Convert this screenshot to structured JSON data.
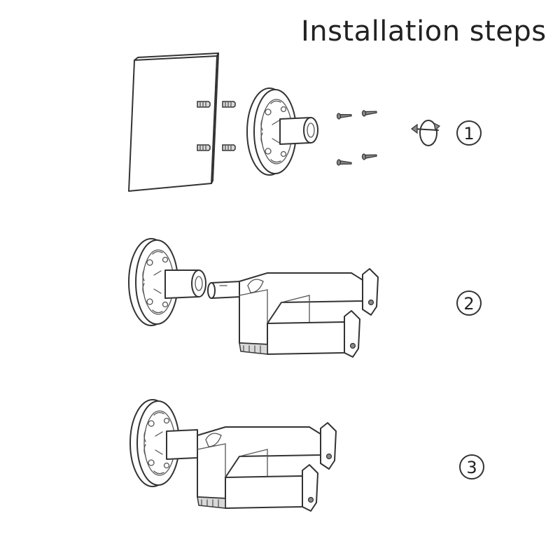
{
  "header": {
    "title": "Installation steps"
  },
  "steps": [
    {
      "number": "1"
    },
    {
      "number": "2"
    },
    {
      "number": "3"
    }
  ]
}
